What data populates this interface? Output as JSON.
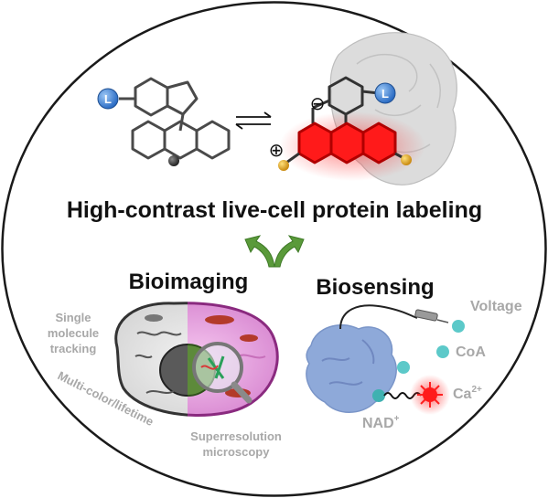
{
  "title": "High-contrast live-cell protein labeling",
  "sections": {
    "bioimaging": "Bioimaging",
    "biosensing": "Biosensing"
  },
  "bioimaging_labels": {
    "single_molecule": [
      "Single",
      "molecule",
      "tracking"
    ],
    "multicolor": "Multi-color/lifetime",
    "superresolution": [
      "Superresolution",
      "microscopy"
    ]
  },
  "biosensing_labels": {
    "voltage": "Voltage",
    "coa": "CoA",
    "calcium": "Ca",
    "calcium_charge": "2+",
    "nad": "NAD",
    "nad_charge": "+"
  },
  "molecule_labels": {
    "ligand_left": "L",
    "ligand_right": "L",
    "negative_charge": "⊖",
    "positive_charge": "⊕"
  },
  "colors": {
    "fluorophore_red": "#ff1a1a",
    "ligand_blue": "#3a7fd5",
    "arrow_green": "#5a9a3a",
    "protein_blue": "#8ea9d9",
    "ion_cyan": "#5cc9c9",
    "sulfur_gold": "#e0a81c"
  }
}
